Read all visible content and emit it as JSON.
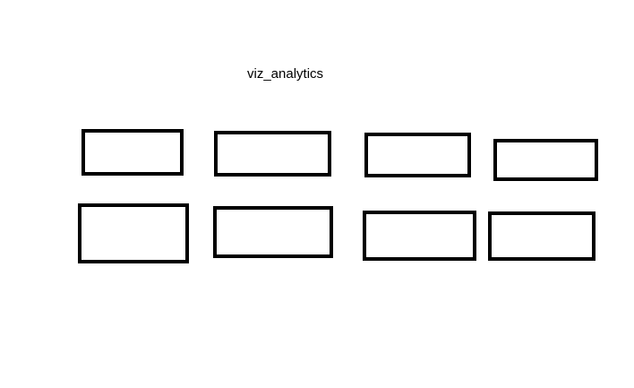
{
  "page": {
    "title": "viz_analytics",
    "text_color": "#000000",
    "background_color": "#ffffff",
    "box_border_color": "#000000"
  },
  "boxes": [
    {
      "id": "box-1",
      "label": ""
    },
    {
      "id": "box-2",
      "label": ""
    },
    {
      "id": "box-3",
      "label": ""
    },
    {
      "id": "box-4",
      "label": ""
    },
    {
      "id": "box-5",
      "label": ""
    },
    {
      "id": "box-6",
      "label": ""
    },
    {
      "id": "box-7",
      "label": ""
    },
    {
      "id": "box-8",
      "label": ""
    }
  ]
}
